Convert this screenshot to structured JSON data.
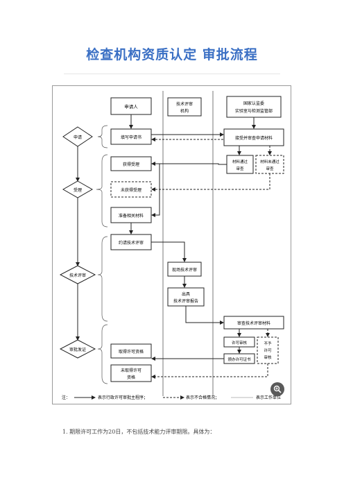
{
  "document": {
    "title": "检查机构资质认定  审批流程",
    "note_line": "1. 期限许可工作为20日，不包括技术能力评审期限。具体为："
  },
  "flowchart": {
    "columns": {
      "applicant": "申请人",
      "tech_review_org_line1": "技术评审",
      "tech_review_org_line2": "机构",
      "cnca_line1": "国家认监委",
      "cnca_line2": "实验室与检测监管部"
    },
    "stages": {
      "apply": "申请",
      "accept": "受理",
      "tech_review": "技术评审",
      "approve": "审批发证"
    },
    "boxes": {
      "fill_application": "填写申请书",
      "receive_application": "接受并审查申请材料",
      "material_pass_line1": "材料通过",
      "material_pass_line2": "审查",
      "material_fail_line1": "材料未通过",
      "material_fail_line2": "审查",
      "accepted": "获得受理",
      "not_accepted": "未获得受理",
      "prepare_materials": "准备相关材料",
      "invite_review": "约请技术评审",
      "onsite_review": "现场技术评审",
      "issue_report_line1": "出具",
      "issue_report_line2": "技术评审报告",
      "review_materials": "审查技术评审材料",
      "permit_approve": "许可审核",
      "not_permit_line1": "不予",
      "not_permit_line2": "许可",
      "not_permit_line3": "审核",
      "issue_certificate": "颁办许可证书",
      "obtain_permit": "取得许可资格",
      "no_permit_line1": "未取得许可",
      "no_permit_line2": "资格"
    },
    "legend": {
      "prefix": "注：",
      "solid": "表示行政许可审批主程序；",
      "dashed": "表示不合格情况；",
      "thin": "表示工作单位"
    }
  },
  "ui": {
    "zoom_icon": "zoom-in-icon"
  }
}
